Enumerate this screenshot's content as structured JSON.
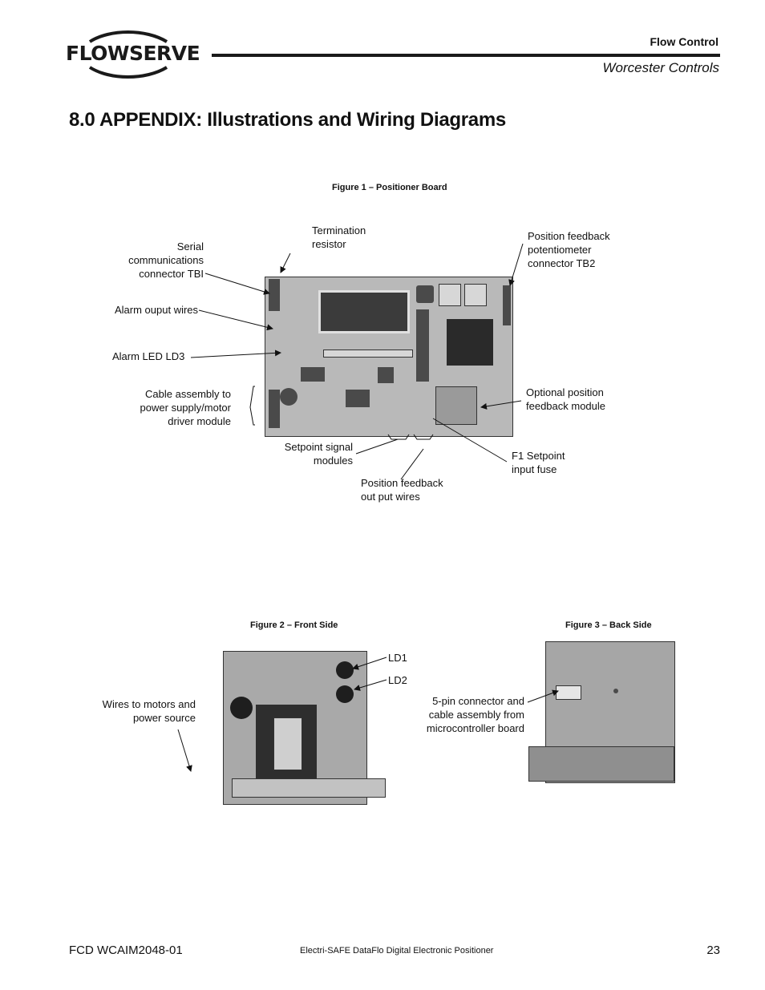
{
  "header": {
    "logo_text": "FLOWSERVE",
    "division": "Flow Control",
    "brand": "Worcester Controls"
  },
  "section_title": "8.0 APPENDIX: Illustrations and Wiring Diagrams",
  "figure1": {
    "caption": "Figure 1 – Positioner Board",
    "callouts": {
      "serial": [
        "Serial",
        "communications",
        "connector TBI"
      ],
      "termination": [
        "Termination",
        "resistor"
      ],
      "position_pot": [
        "Position feedback",
        "potentiometer",
        "connector TB2"
      ],
      "alarm_wires": "Alarm ouput wires",
      "alarm_led": "Alarm LED LD3",
      "cable_assembly": [
        "Cable assembly to",
        "power supply/motor",
        "driver module"
      ],
      "optional_module": [
        "Optional position",
        "feedback module"
      ],
      "setpoint_modules": [
        "Setpoint signal",
        "modules"
      ],
      "f1_fuse": [
        "F1 Setpoint",
        "input fuse"
      ],
      "feedback_wires": [
        "Position feedback",
        "out put wires"
      ]
    }
  },
  "figure2": {
    "caption": "Figure 2 – Front Side",
    "callouts": {
      "ld1": "LD1",
      "ld2": "LD2",
      "wires": [
        "Wires to motors and",
        "power source"
      ]
    }
  },
  "figure3": {
    "caption": "Figure 3 – Back Side",
    "callouts": {
      "connector": [
        "5-pin connector and",
        "cable assembly from",
        "microcontroller board"
      ]
    }
  },
  "footer": {
    "doc_code": "FCD WCAIM2048-01",
    "product": "Electri-SAFE DataFlo Digital Electronic Positioner",
    "page_number": "23"
  }
}
